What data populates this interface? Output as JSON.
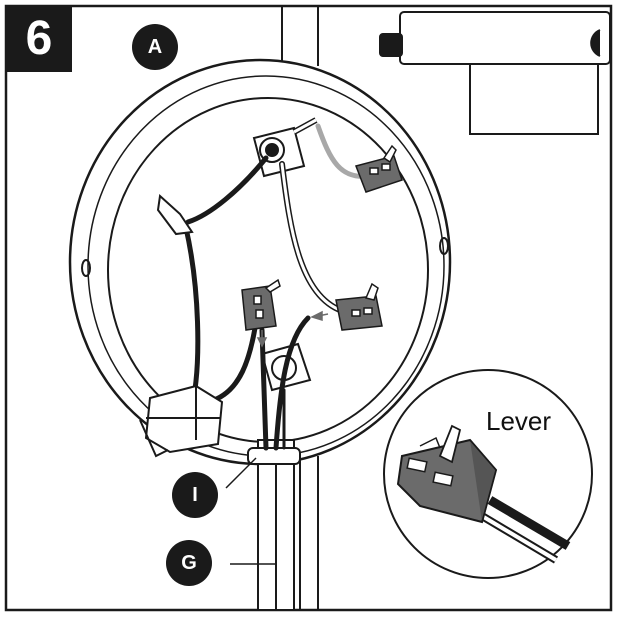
{
  "step": {
    "number": "6"
  },
  "callouts": {
    "a": "A",
    "i": "I",
    "g": "G"
  },
  "inset": {
    "lever_label": "Lever"
  },
  "colors": {
    "ink": "#1a1a1a",
    "wire_gray": "#a8a8a8",
    "connector": "#6b6b6b"
  }
}
